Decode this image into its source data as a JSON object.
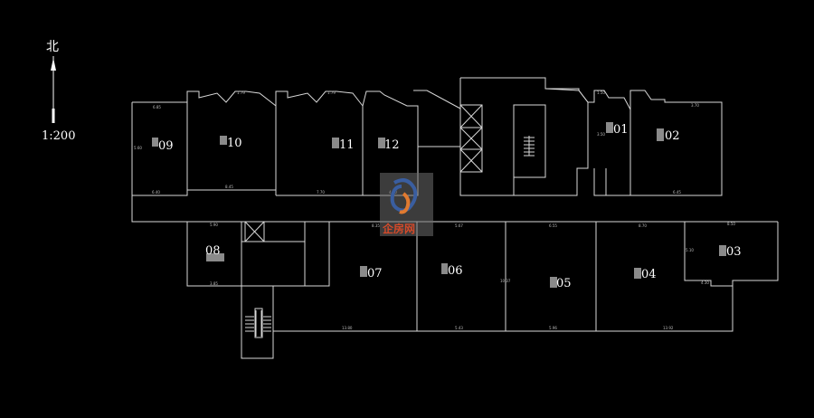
{
  "compass": {
    "label": "北"
  },
  "scale": {
    "label": "1:200"
  },
  "watermark": {
    "text": "企房网"
  },
  "units": [
    {
      "id": "09",
      "label": "09"
    },
    {
      "id": "10",
      "label": "10"
    },
    {
      "id": "11",
      "label": "11"
    },
    {
      "id": "12",
      "label": "12"
    },
    {
      "id": "01",
      "label": "01"
    },
    {
      "id": "02",
      "label": "02"
    },
    {
      "id": "08",
      "label": "08"
    },
    {
      "id": "07",
      "label": "07"
    },
    {
      "id": "06",
      "label": "06"
    },
    {
      "id": "05",
      "label": "05"
    },
    {
      "id": "04",
      "label": "04"
    },
    {
      "id": "03",
      "label": "03"
    }
  ],
  "dimensions": {
    "d09_top": "6.85",
    "d09_bottom": "6.40",
    "d09_side": "5.60",
    "d10_bottom": "8.45",
    "d10_top": "1.79",
    "d11_bottom": "7.70",
    "d11_top": "1.79",
    "d12_bottom": "4.80",
    "d01_side": "3.50",
    "d01_top": "1.50",
    "d02_top": "3.70",
    "d02_bottom": "6.45",
    "d08_top": "5.90",
    "d08_bottom": "3.85",
    "d07_top": "8.35",
    "d07_bottom": "13.80",
    "d06_top": "5.67",
    "d06_bottom": "5.43",
    "d05_top": "6.55",
    "d05_bottom": "5.96",
    "d05_side": "10.37",
    "d04_top": "8.70",
    "d04_bottom": "13.92",
    "d03_top": "8.50",
    "d03_bottom": "4.30",
    "d03_side": "5.10"
  }
}
